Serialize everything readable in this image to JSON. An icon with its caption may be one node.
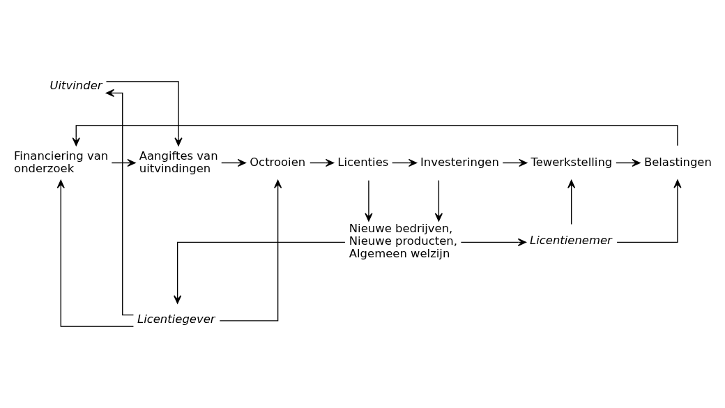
{
  "diagram": {
    "nodes": [
      {
        "text": [
          "Uitvinder"
        ]
      },
      {
        "text": [
          "Licentiegever"
        ]
      },
      {
        "text": [
          "Nieuwe bedrijven, Nieuwe producten, Algemeen welzijn"
        ]
      },
      {
        "text": [
          "Licentienemer"
        ]
      },
      {
        "text": [
          "Financiering van onderzoek"
        ]
      },
      {
        "text": [
          "Aangiftes van uitvindingen"
        ]
      },
      {
        "text": [
          "Octrooien"
        ]
      },
      {
        "text": [
          "Licenties"
        ]
      },
      {
        "text": [
          "Investeringen"
        ]
      },
      {
        "text": [
          "Tewerkstelling"
        ]
      },
      {
        "text": [
          "Belastingen"
        ]
      }
    ],
    "edges": [
      {
        "from": 1,
        "to": 0,
        "arrow": "to"
      },
      {
        "from": 0,
        "to": 5,
        "arrow": "to"
      },
      {
        "from": 1,
        "to": 4,
        "arrow": "to"
      },
      {
        "from": 1,
        "to": 6,
        "arrow": "to"
      },
      {
        "from": 2,
        "to": 1,
        "arrow": "to"
      },
      {
        "from": 2,
        "to": 3,
        "arrow": "to"
      },
      {
        "from": 3,
        "to": 9,
        "arrow": "to"
      },
      {
        "from": 3,
        "to": 10,
        "arrow": "to"
      },
      {
        "from": 4,
        "to": 5,
        "arrow": "to"
      },
      {
        "from": 5,
        "to": 6,
        "arrow": "to"
      },
      {
        "from": 6,
        "to": 7,
        "arrow": "to"
      },
      {
        "from": 7,
        "to": 8,
        "arrow": "to"
      },
      {
        "from": 8,
        "to": 9,
        "arrow": "to"
      },
      {
        "from": 9,
        "to": 10,
        "arrow": "to"
      },
      {
        "from": 7,
        "to": 2,
        "arrow": "to"
      },
      {
        "from": 8,
        "to": 2,
        "arrow": "to"
      },
      {
        "from": 10,
        "to": 4,
        "arrow": "to"
      }
    ]
  }
}
